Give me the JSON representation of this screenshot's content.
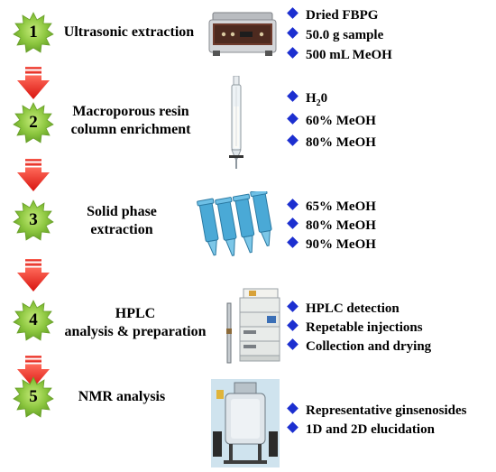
{
  "colors": {
    "badge": "#8cc63f",
    "badge_dark": "#5e9b22",
    "arrow": "#e5211e",
    "bullet": "#1c2fd0"
  },
  "steps": [
    {
      "number": "1",
      "title": "Ultrasonic extraction",
      "items": [
        "Dried FBPG",
        "50.0 g sample",
        "500 mL MeOH"
      ]
    },
    {
      "number": "2",
      "title_line1": "Macroporous resin",
      "title_line2": "column enrichment",
      "item1_main": "H",
      "item1_sub": "2",
      "item1_end": "0",
      "items": [
        "60% MeOH",
        "80% MeOH"
      ]
    },
    {
      "number": "3",
      "title_line1": "Solid phase",
      "title_line2": "extraction",
      "items": [
        "65% MeOH",
        "80% MeOH",
        "90% MeOH"
      ]
    },
    {
      "number": "4",
      "title_line1": "HPLC",
      "title_line2": "analysis & preparation",
      "items": [
        "HPLC detection",
        "Repetable injections",
        "Collection and drying"
      ]
    },
    {
      "number": "5",
      "title": "NMR analysis",
      "items": [
        "Representative ginsenosides",
        "1D and 2D elucidation"
      ]
    }
  ]
}
